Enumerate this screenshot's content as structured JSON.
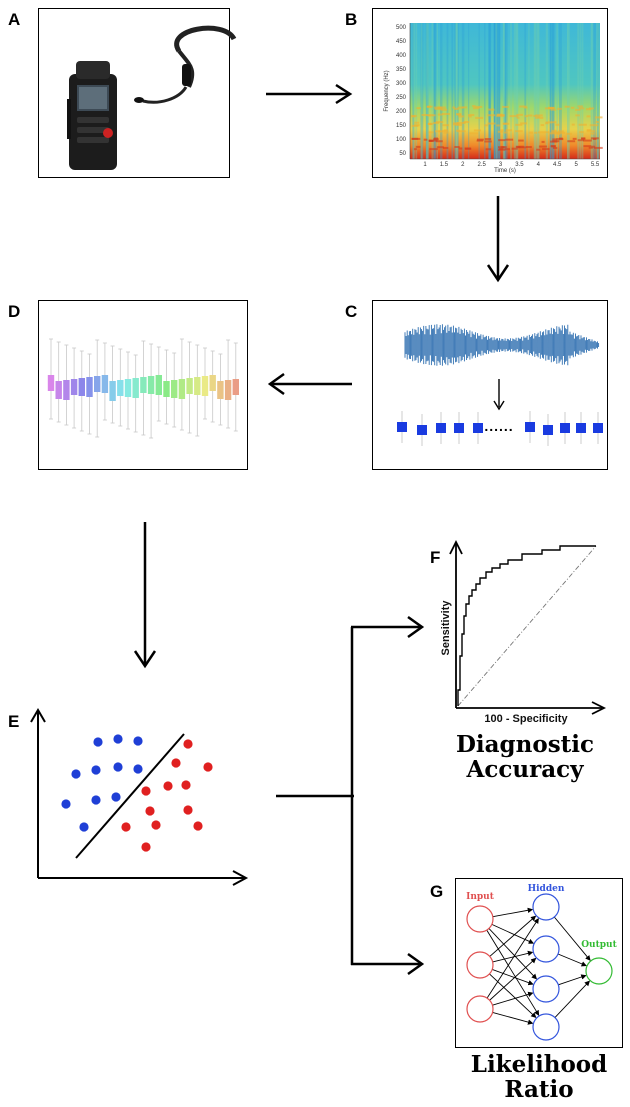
{
  "panels": {
    "a": {
      "label": "A",
      "image": "recorder-and-headset-microphone"
    },
    "b": {
      "label": "B",
      "ylabel": "Frequency (Hz)",
      "xlabel": "Time (s)",
      "yticks": [
        "500",
        "450",
        "400",
        "350",
        "300",
        "250",
        "200",
        "150",
        "100",
        "50"
      ],
      "xticks": [
        "1",
        "1.5",
        "2",
        "2.5",
        "3",
        "3.5",
        "4",
        "4.5",
        "5",
        "5.5"
      ]
    },
    "c": {
      "label": "C",
      "ellipsis": "......"
    },
    "d": {
      "label": "D"
    },
    "e": {
      "label": "E"
    },
    "f": {
      "label": "F",
      "ylabel": "Sensitivity",
      "xlabel": "100 - Specificity",
      "caption_line1": "Diagnostic",
      "caption_line2": "Accuracy"
    },
    "g": {
      "label": "G",
      "input_label": "Input",
      "hidden_label": "Hidden",
      "output_label": "Output",
      "caption_line1": "Likelihood",
      "caption_line2": "Ratio"
    }
  },
  "colors": {
    "class_blue": "#1f3fd6",
    "class_red": "#e02020",
    "waveform": "#2f6fb0",
    "feature_box": "#1a3be0",
    "nn_input": "#e05050",
    "nn_hidden": "#3355dd",
    "nn_output": "#33bb33"
  }
}
